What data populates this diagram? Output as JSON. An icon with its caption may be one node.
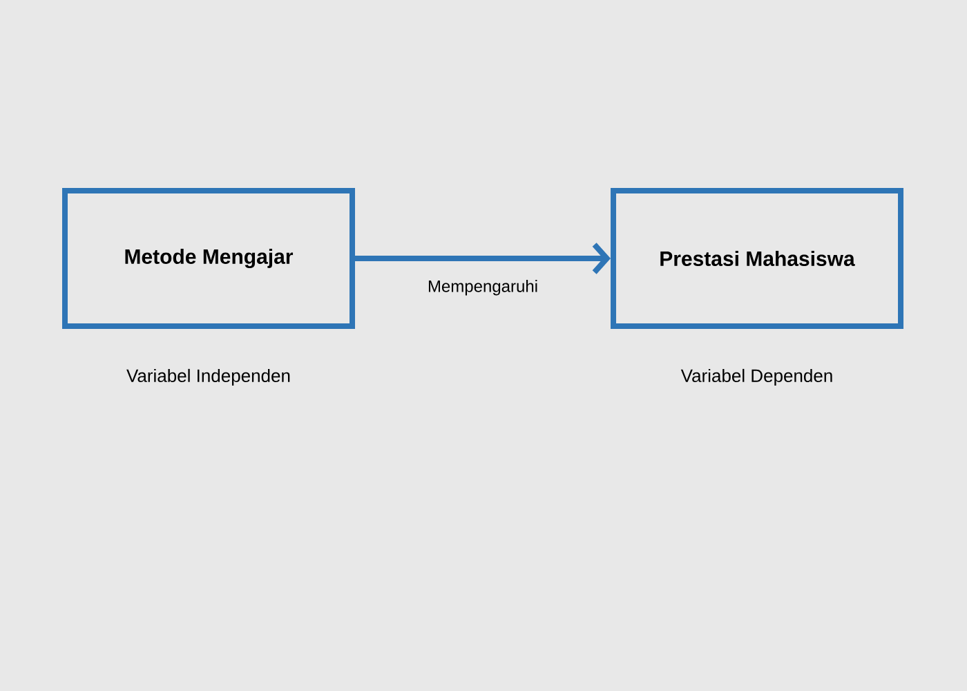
{
  "diagram": {
    "nodes": [
      {
        "text": [
          "Metode Mengajar"
        ],
        "beside": [
          "Variabel Independen"
        ]
      },
      {
        "text": [
          "Prestasi Mahasiswa"
        ],
        "beside": [
          "Variabel Dependen"
        ]
      }
    ],
    "edges": [
      {
        "from": 0,
        "to": 1,
        "arrow": "to",
        "label": "Mempengaruhi"
      }
    ]
  }
}
